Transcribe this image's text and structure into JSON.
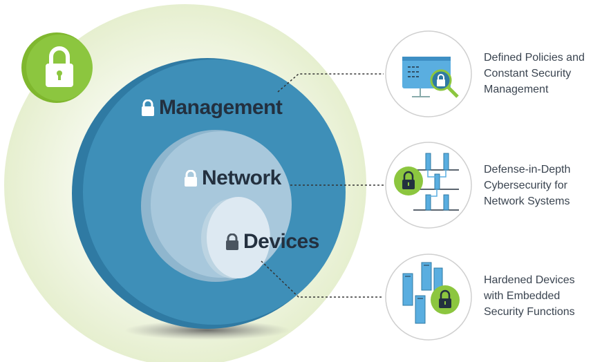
{
  "layers": [
    {
      "id": "management",
      "label": "Management",
      "color": "#3e8fb8"
    },
    {
      "id": "network",
      "label": "Network",
      "color": "#9fc2d8"
    },
    {
      "id": "devices",
      "label": "Devices",
      "color": "#d9e9f2"
    }
  ],
  "descriptions": [
    {
      "id": "management",
      "icon": "monitor-lock-magnifier-icon",
      "lines": [
        "Defined Policies and",
        "Constant Security",
        "Management"
      ]
    },
    {
      "id": "network",
      "icon": "network-lock-icon",
      "lines": [
        "Defense-in-Depth",
        "Cybersecurity for",
        "Network Systems"
      ]
    },
    {
      "id": "devices",
      "icon": "devices-lock-icon",
      "lines": [
        "Hardened Devices",
        "with Embedded",
        "Security Functions"
      ]
    }
  ],
  "colors": {
    "accent_green": "#8cc63f",
    "halo": "#eef5e0",
    "text_dark": "#23303f",
    "text_desc": "#3a4450"
  }
}
